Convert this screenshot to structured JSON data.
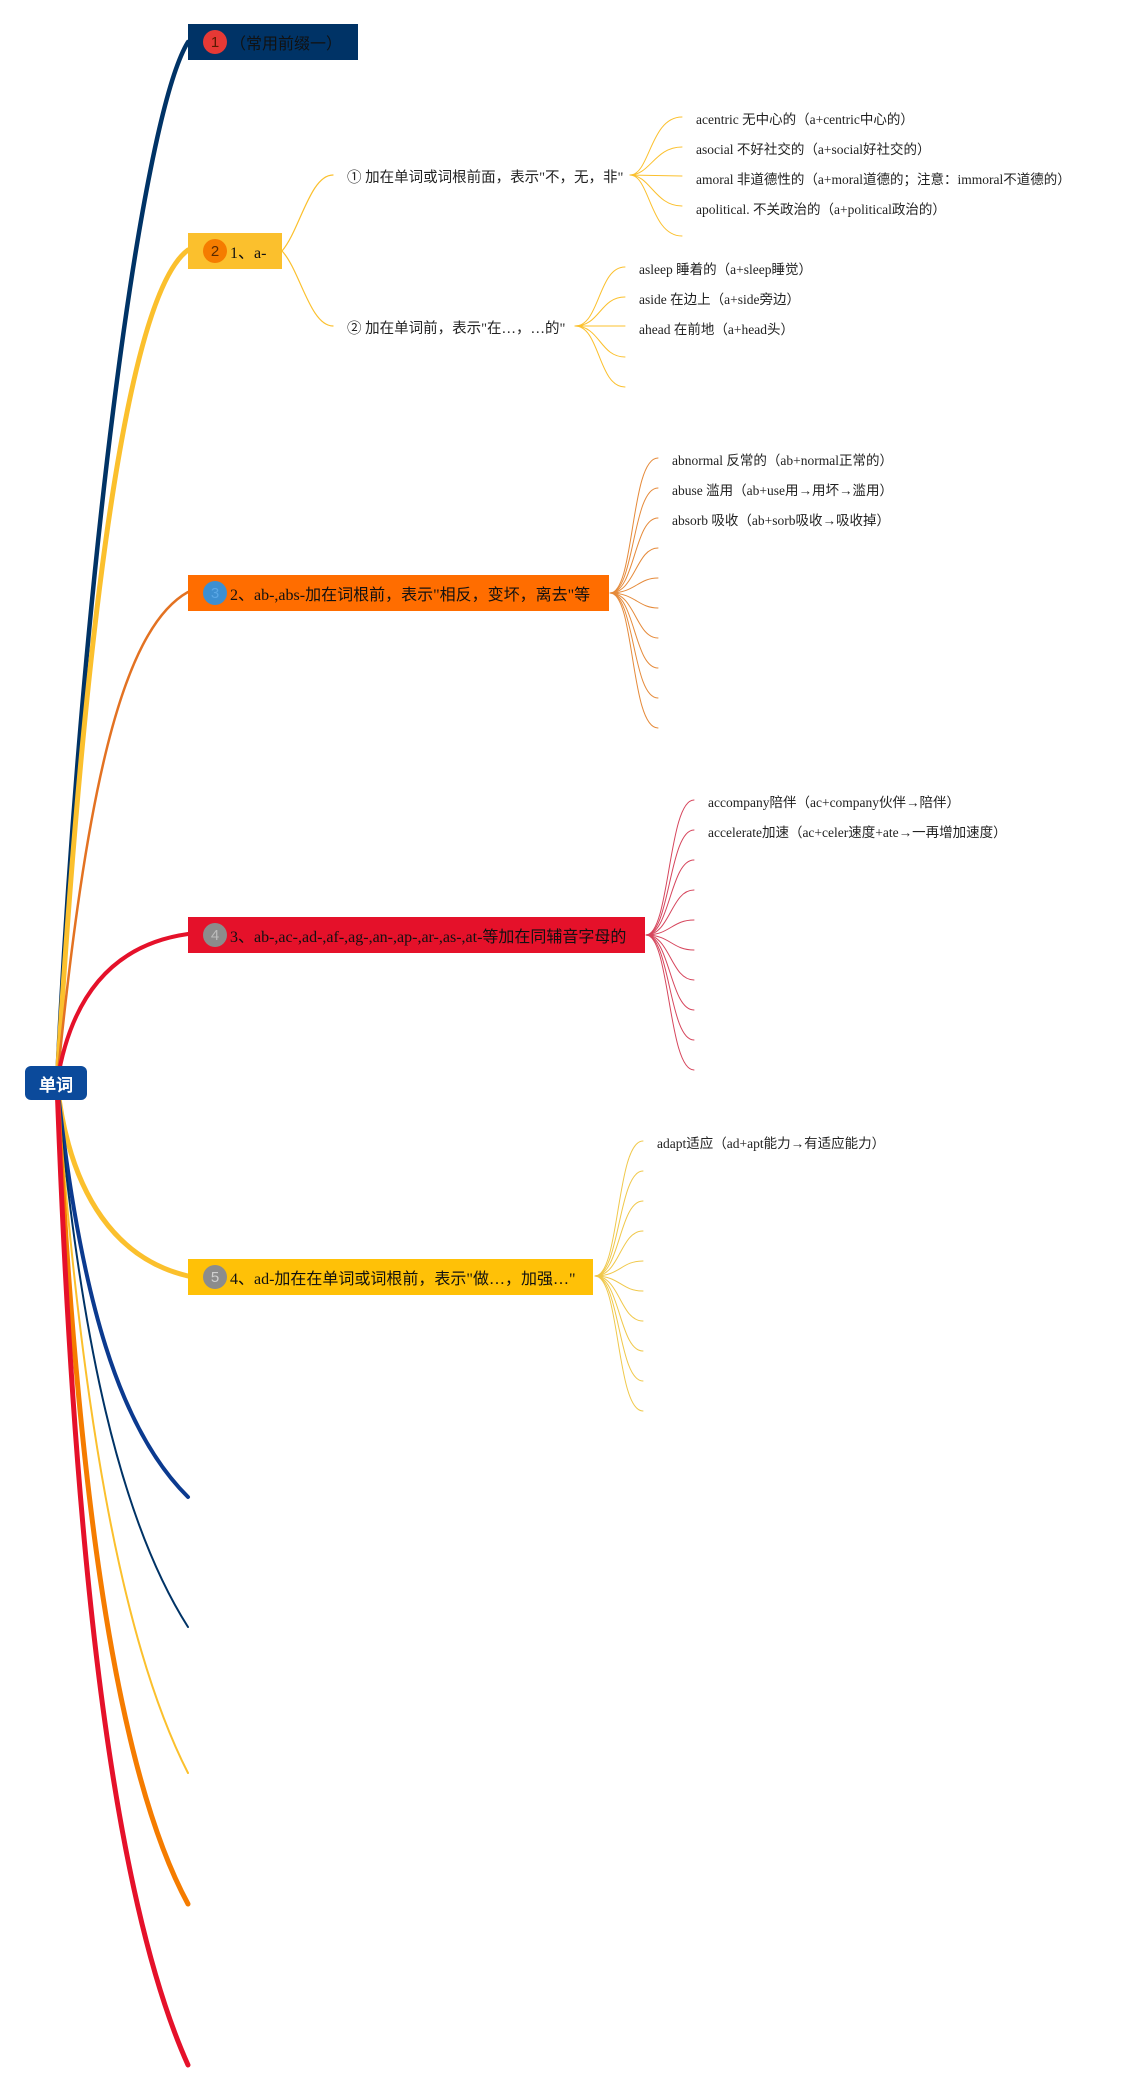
{
  "root": "单词",
  "topics": [
    {
      "badge": "1",
      "label": "（常用前缀一）"
    },
    {
      "badge": "2",
      "label": "1、a-"
    },
    {
      "badge": "3",
      "label": "2、ab-,abs-加在词根前，表示\"相反，变坏，离去\"等"
    },
    {
      "badge": "4",
      "label": "3、ab-,ac-,ad-,af-,ag-,an-,ap-,ar-,as-,at-等加在同辅音字母的"
    },
    {
      "badge": "5",
      "label": "4、ad-加在在单词或词根前，表示\"做…，加强…\""
    }
  ],
  "a_prefix": {
    "groups": [
      {
        "label": "① 加在单词或词根前面，表示\"不，无，非\"",
        "items": [
          "acentric 无中心的（a+centric中心的）",
          "asocial 不好社交的（a+social好社交的）",
          "amoral 非道德性的（a+moral道德的；注意：immoral不道德的）",
          "apolitical. 不关政治的（a+political政治的）"
        ]
      },
      {
        "label": "② 加在单词前，表示\"在…，…的\"",
        "items": [
          "asleep 睡着的（a+sleep睡觉）",
          "aside 在边上（a+side旁边）",
          "ahead 在前地（a+head头）"
        ]
      }
    ]
  },
  "ab_prefix": {
    "items": [
      "abnormal 反常的（ab+normal正常的）",
      "abuse 滥用（ab+use用→用坏→滥用）",
      "absorb 吸收（ab+sorb吸收→吸收掉）"
    ]
  },
  "ac_prefix": {
    "items": [
      "accompany陪伴（ac+company伙伴→陪伴）",
      "accelerate加速（ac+celer速度+ate→一再增加速度）"
    ]
  },
  "ad_prefix": {
    "items": [
      "adapt适应（ad+apt能力→有适应能力）"
    ]
  },
  "colors": {
    "navy": "#003366",
    "yellow": "#fbc02d",
    "orange": "#ff6d00",
    "red": "#e5112a",
    "gold": "#ffc107",
    "blue": "#0b4a9b",
    "badge_red": "#e53935",
    "badge_orange": "#f57c00",
    "badge_blue": "#3d8fd1",
    "badge_gray": "#8c8c8c"
  }
}
